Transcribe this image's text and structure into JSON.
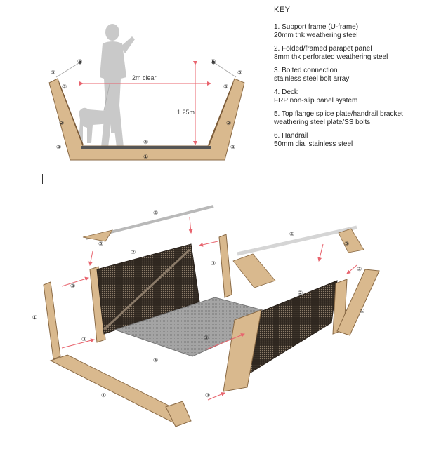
{
  "key": {
    "title": "KEY",
    "items": [
      {
        "line1": "1. Support frame (U-frame)",
        "line2": "20mm thk weathering steel"
      },
      {
        "line1": "2. Folded/framed parapet panel",
        "line2": "8mm thk perforated weathering steel"
      },
      {
        "line1": "3. Bolted connection",
        "line2": "stainless steel bolt array"
      },
      {
        "line1": "4. Deck",
        "line2": "FRP non-slip panel system"
      },
      {
        "line1": "5. Top flange splice plate/handrail bracket",
        "line2": "weathering steel plate/SS bolts"
      },
      {
        "line1": "6. Handrail",
        "line2": "50mm dia. stainless steel"
      }
    ]
  },
  "section": {
    "clear_width": "2m clear",
    "height": "1.25m"
  },
  "markers": {
    "m1": "①",
    "m2": "②",
    "m3": "③",
    "m4": "④",
    "m5": "⑤",
    "m6": "⑥"
  },
  "colors": {
    "frame": "#d9b98e",
    "frame_edge": "#8a6a45",
    "deck": "#9a9a9a",
    "mesh": "#3d3329",
    "arrow": "#e8646e",
    "figure": "#c8c8c8"
  }
}
